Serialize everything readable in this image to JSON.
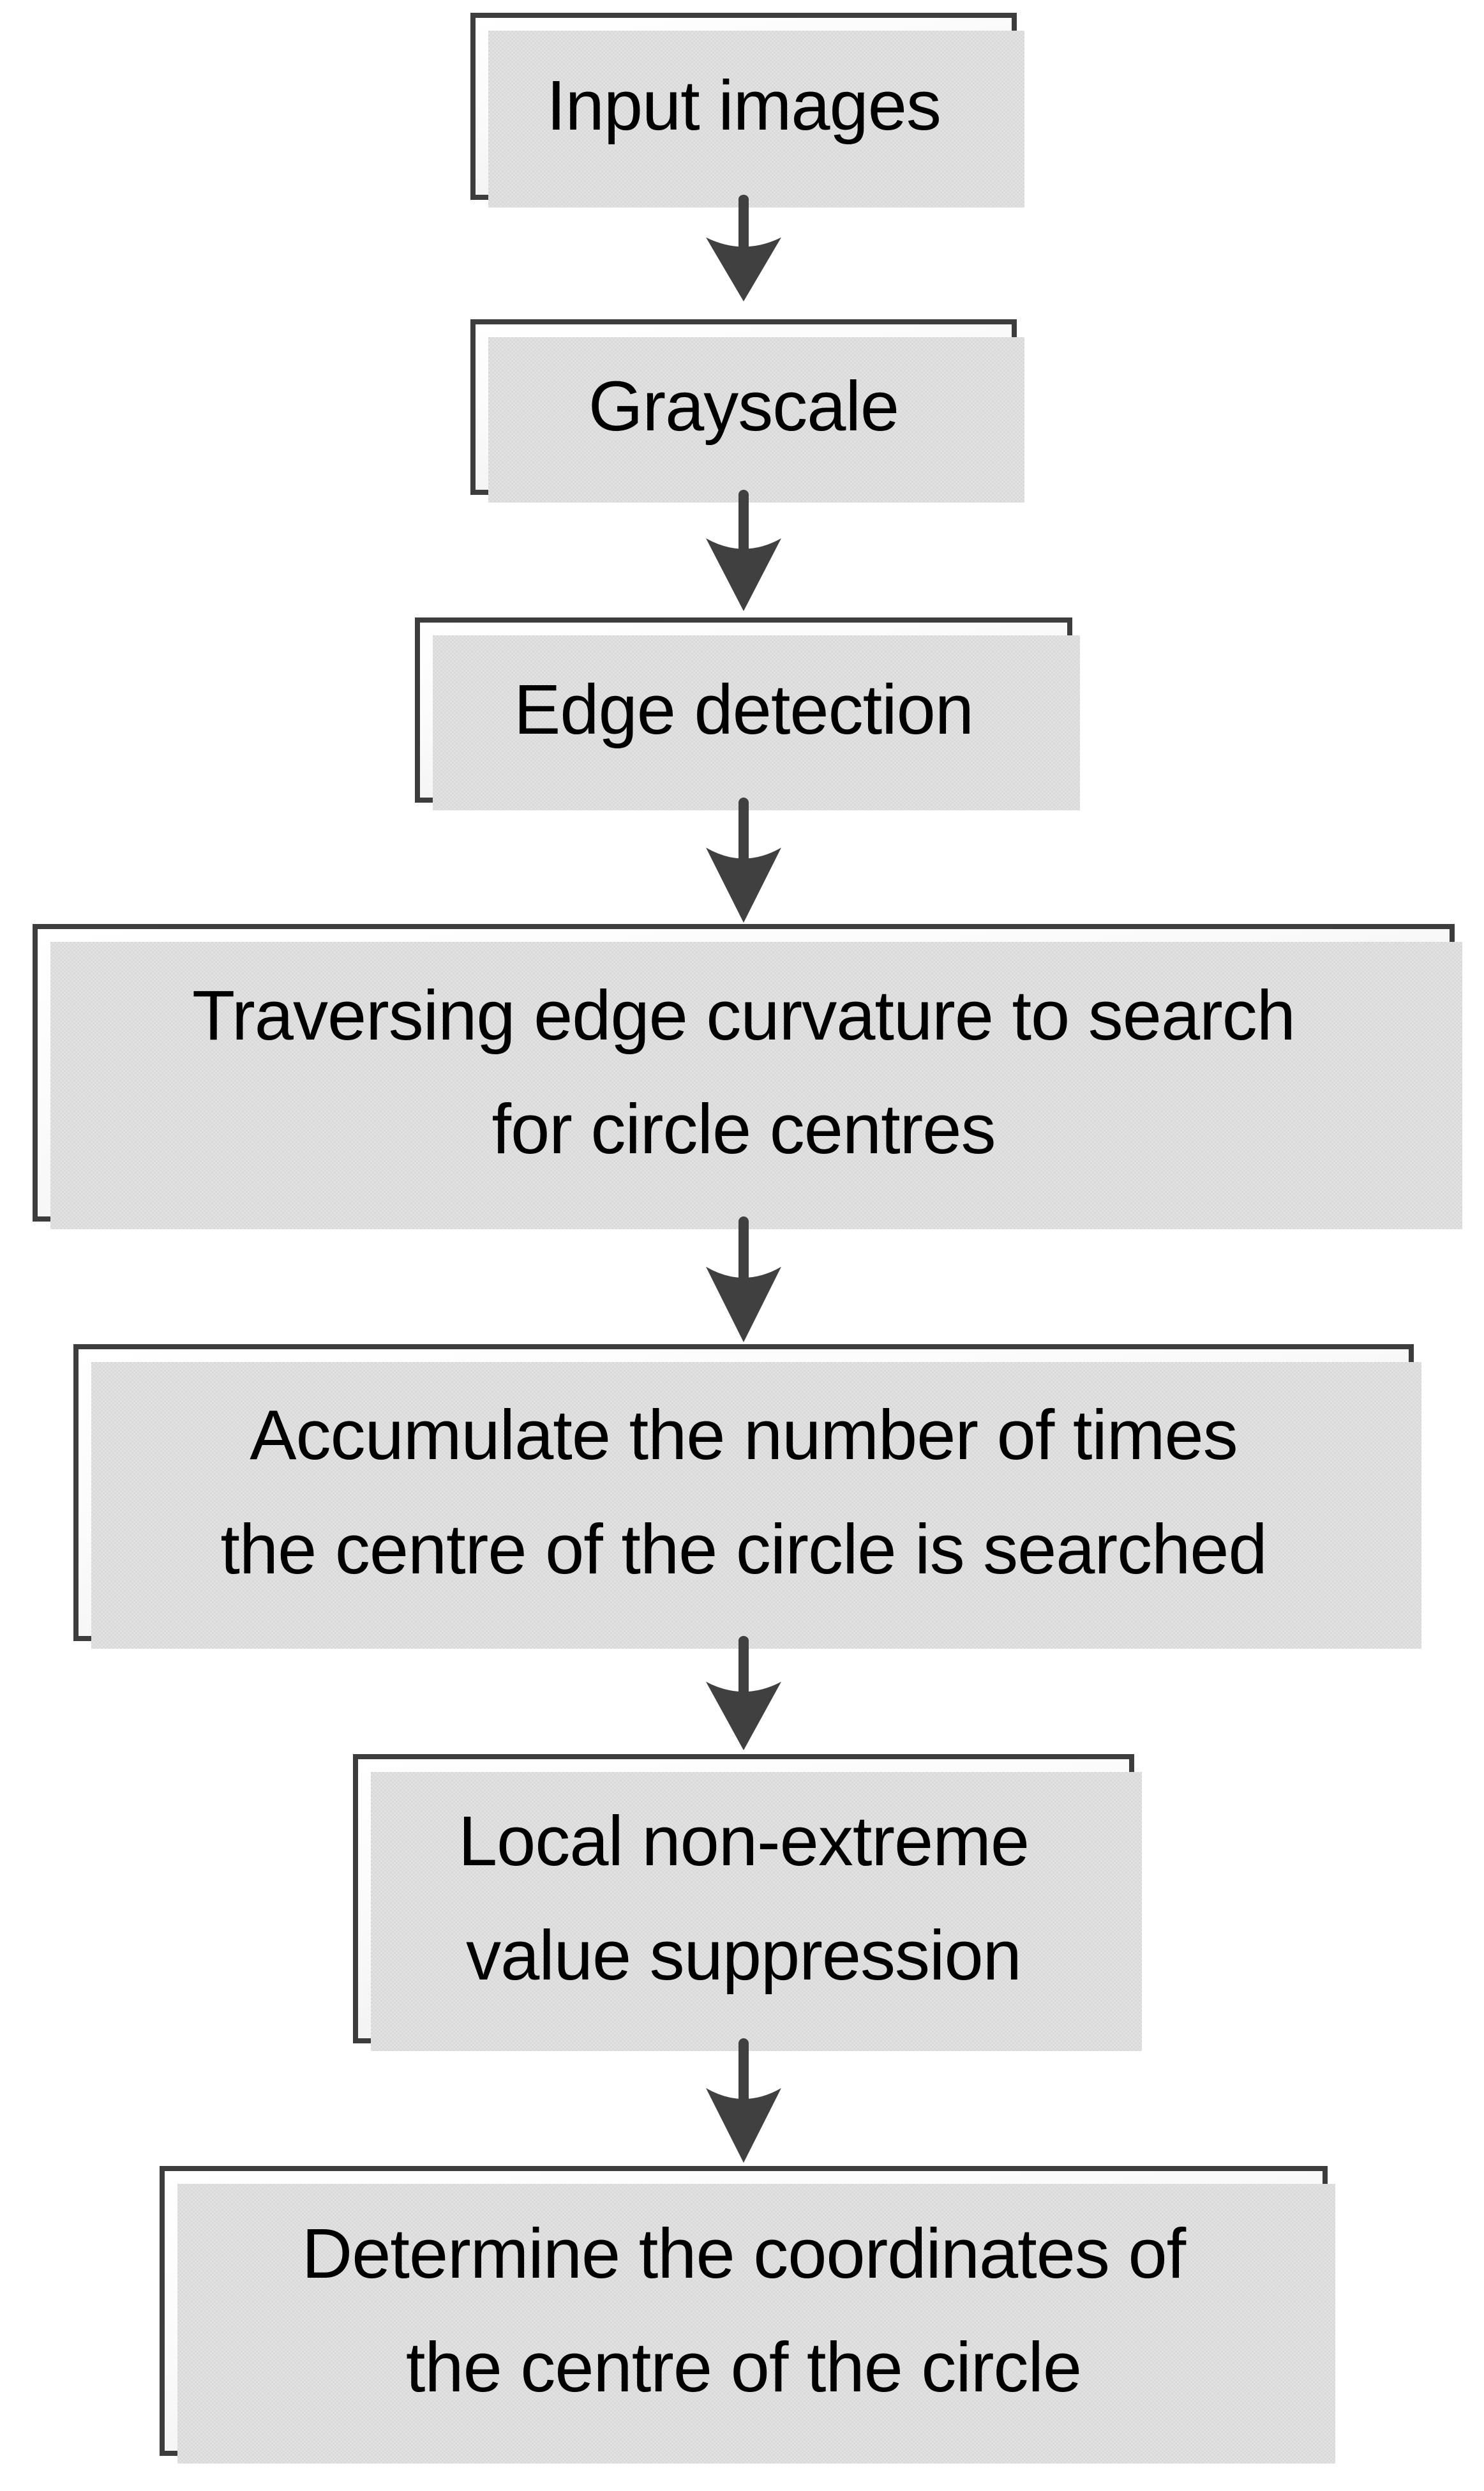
{
  "diagram": {
    "type": "flowchart",
    "direction": "top-down",
    "nodes": [
      {
        "id": "input-images",
        "label": "Input images"
      },
      {
        "id": "grayscale",
        "label": "Grayscale"
      },
      {
        "id": "edge-detection",
        "label": "Edge detection"
      },
      {
        "id": "traversing-edge-curvature",
        "label": "Traversing edge curvature to search\nfor circle centres"
      },
      {
        "id": "accumulate-centre-count",
        "label": "Accumulate the number of times\nthe centre of the circle is searched"
      },
      {
        "id": "local-non-extreme-suppression",
        "label": "Local non-extreme\nvalue suppression"
      },
      {
        "id": "determine-centre-coordinates",
        "label": "Determine the coordinates of\nthe centre of the circle"
      }
    ],
    "edges": [
      {
        "from": "input-images",
        "to": "grayscale"
      },
      {
        "from": "grayscale",
        "to": "edge-detection"
      },
      {
        "from": "edge-detection",
        "to": "traversing-edge-curvature"
      },
      {
        "from": "traversing-edge-curvature",
        "to": "accumulate-centre-count"
      },
      {
        "from": "accumulate-centre-count",
        "to": "local-non-extreme-suppression"
      },
      {
        "from": "local-non-extreme-suppression",
        "to": "determine-centre-coordinates"
      }
    ],
    "colors": {
      "background": "#ffffff",
      "node_border": "#3d3d3d",
      "node_fill_top": "#ffffff",
      "node_fill_bottom": "#eaeaea",
      "node_shadow": "#d9d9d9",
      "arrow": "#404040",
      "text": "#000000"
    }
  }
}
